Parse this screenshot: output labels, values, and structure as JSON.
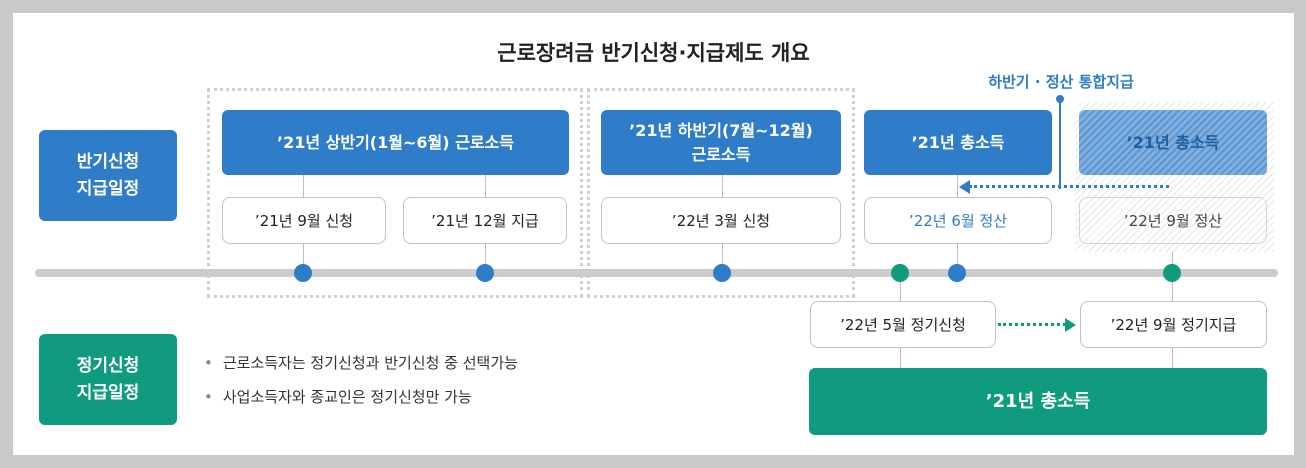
{
  "title": "근로장려금 반기신청·지급제도 개요",
  "callout": "하반기 · 정산 통합지급",
  "semi": {
    "label_line1": "반기신청",
    "label_line2": "지급일정",
    "first_half": "’21년 상반기(1월~6월) 근로소득",
    "first_apply": "’21년 9월 신청",
    "first_pay": "’21년 12월 지급",
    "second_half_line1": "’21년 하반기(7월~12월)",
    "second_half_line2": "근로소득",
    "second_apply": "’22년 3월 신청",
    "total_income": "’21년 총소득",
    "settle_june": "’22년 6월 정산",
    "total_income_old": "’21년 총소득",
    "settle_sept": "’22년 9월 정산"
  },
  "regular": {
    "label_line1": "정기신청",
    "label_line2": "지급일정",
    "bullets": [
      "근로소득자는 정기신청과 반기신청 중 선택가능",
      "사업소득자와 종교인은 정기신청만 가능"
    ],
    "apply": "’22년 5월 정기신청",
    "pay": "’22년 9월 정기지급",
    "total_income": "’21년 총소득"
  },
  "colors": {
    "blue": "#2f7cc8",
    "green": "#109a7e",
    "axis": "#cccccc"
  }
}
